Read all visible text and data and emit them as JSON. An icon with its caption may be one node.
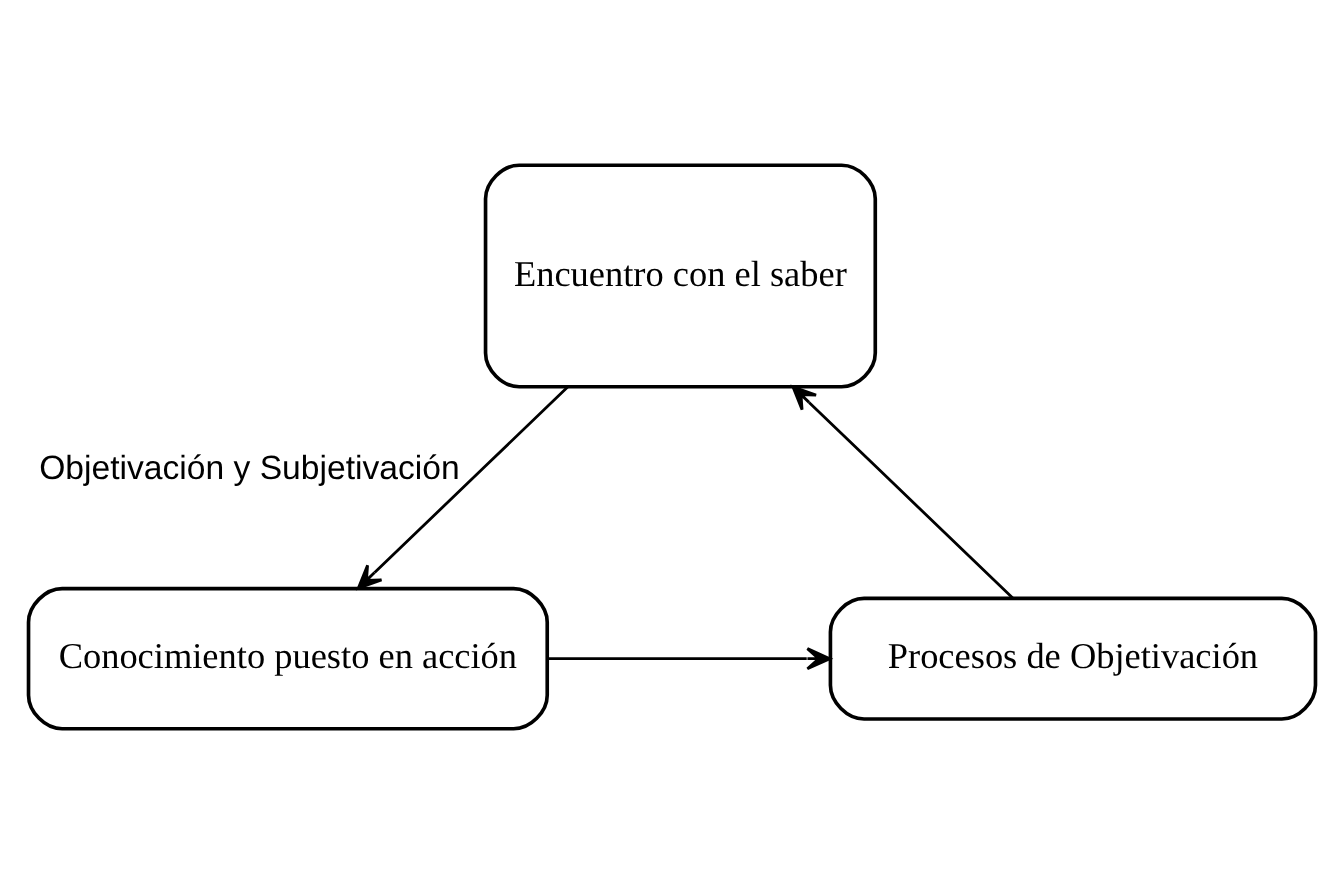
{
  "diagram": {
    "nodes": [
      {
        "text": [
          "Encuentro con el saber"
        ]
      },
      {
        "text": [
          "Procesos de Objetivación"
        ]
      },
      {
        "text": [
          "Conocimiento puesto en acción"
        ]
      }
    ],
    "edges": [
      {
        "from": 0,
        "to": 2,
        "arrow": "to",
        "label": "Objetivación y Subjetivación"
      },
      {
        "from": 2,
        "to": 1,
        "arrow": "to"
      },
      {
        "from": 1,
        "to": 0,
        "arrow": "to"
      }
    ]
  }
}
